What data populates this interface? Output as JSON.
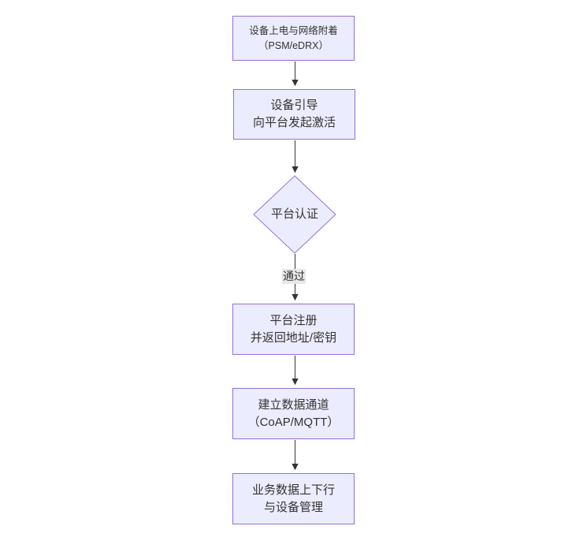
{
  "diagram": {
    "type": "flowchart",
    "direction": "top-down",
    "background": "#ffffff",
    "colors": {
      "node_fill": "#ECECFF",
      "node_border": "#9370DB",
      "edge_line": "#333333",
      "text": "#333333",
      "edge_label_bg": "#e8e8e8"
    },
    "nodes": [
      {
        "id": "power-attach",
        "shape": "rect",
        "line1": "设备上电与网络附着",
        "line2": "（PSM/eDRX）"
      },
      {
        "id": "bootstrap",
        "shape": "rect",
        "line1": "设备引导",
        "line2": "向平台发起激活"
      },
      {
        "id": "platform-auth",
        "shape": "diamond",
        "line1": "平台认证",
        "line2": ""
      },
      {
        "id": "platform-register",
        "shape": "rect",
        "line1": "平台注册",
        "line2": "并返回地址/密钥"
      },
      {
        "id": "data-channel",
        "shape": "rect",
        "line1": "建立数据通道",
        "line2": "（CoAP/MQTT）"
      },
      {
        "id": "business-mgmt",
        "shape": "rect",
        "line1": "业务数据上下行",
        "line2": "与设备管理"
      }
    ],
    "edges": [
      {
        "from": "power-attach",
        "to": "bootstrap",
        "label": ""
      },
      {
        "from": "bootstrap",
        "to": "platform-auth",
        "label": ""
      },
      {
        "from": "platform-auth",
        "to": "platform-register",
        "label": "通过"
      },
      {
        "from": "platform-register",
        "to": "data-channel",
        "label": ""
      },
      {
        "from": "data-channel",
        "to": "business-mgmt",
        "label": ""
      }
    ]
  }
}
